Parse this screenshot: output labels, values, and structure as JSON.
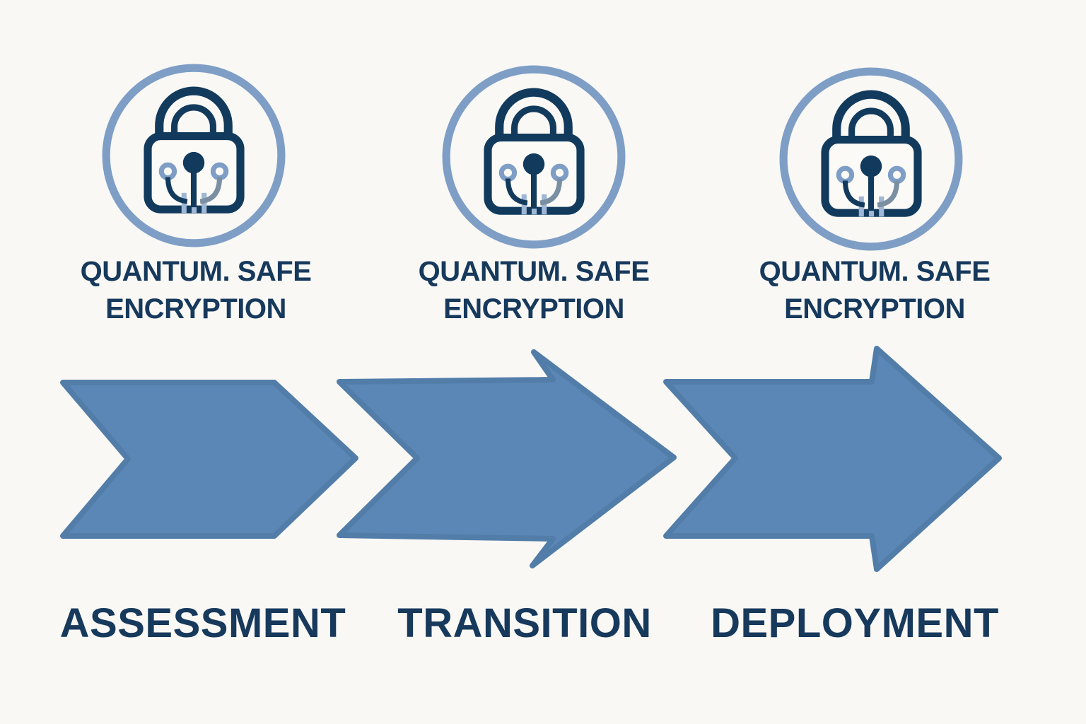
{
  "diagram": {
    "type": "process-flow-roadmap",
    "background_color": "#f9f8f5",
    "colors": {
      "arrow_fill": "#5b87b6",
      "arrow_edge": "#527da9",
      "navy_text": "#16395c",
      "lock_stroke": "#123a5c",
      "circle_ring_blue": "#7e9ec6",
      "connector_gray": "#7b8fa2",
      "circuit_pin_blue": "#9fb7d4"
    },
    "stages": [
      {
        "name": "ASSESSMENT",
        "icon": "quantum-safe-lock-icon",
        "caption_line1": "QUANTUM. SAFE",
        "caption_line2": "ENCRYPTION"
      },
      {
        "name": "TRANSITION",
        "icon": "quantum-safe-lock-icon",
        "caption_line1": "QUANTUM. SAFE",
        "caption_line2": "ENCRYPTION"
      },
      {
        "name": "DEPLOYMENT",
        "icon": "quantum-safe-lock-icon",
        "caption_line1": "QUANTUM. SAFE",
        "caption_line2": "ENCRYPTION"
      }
    ]
  }
}
